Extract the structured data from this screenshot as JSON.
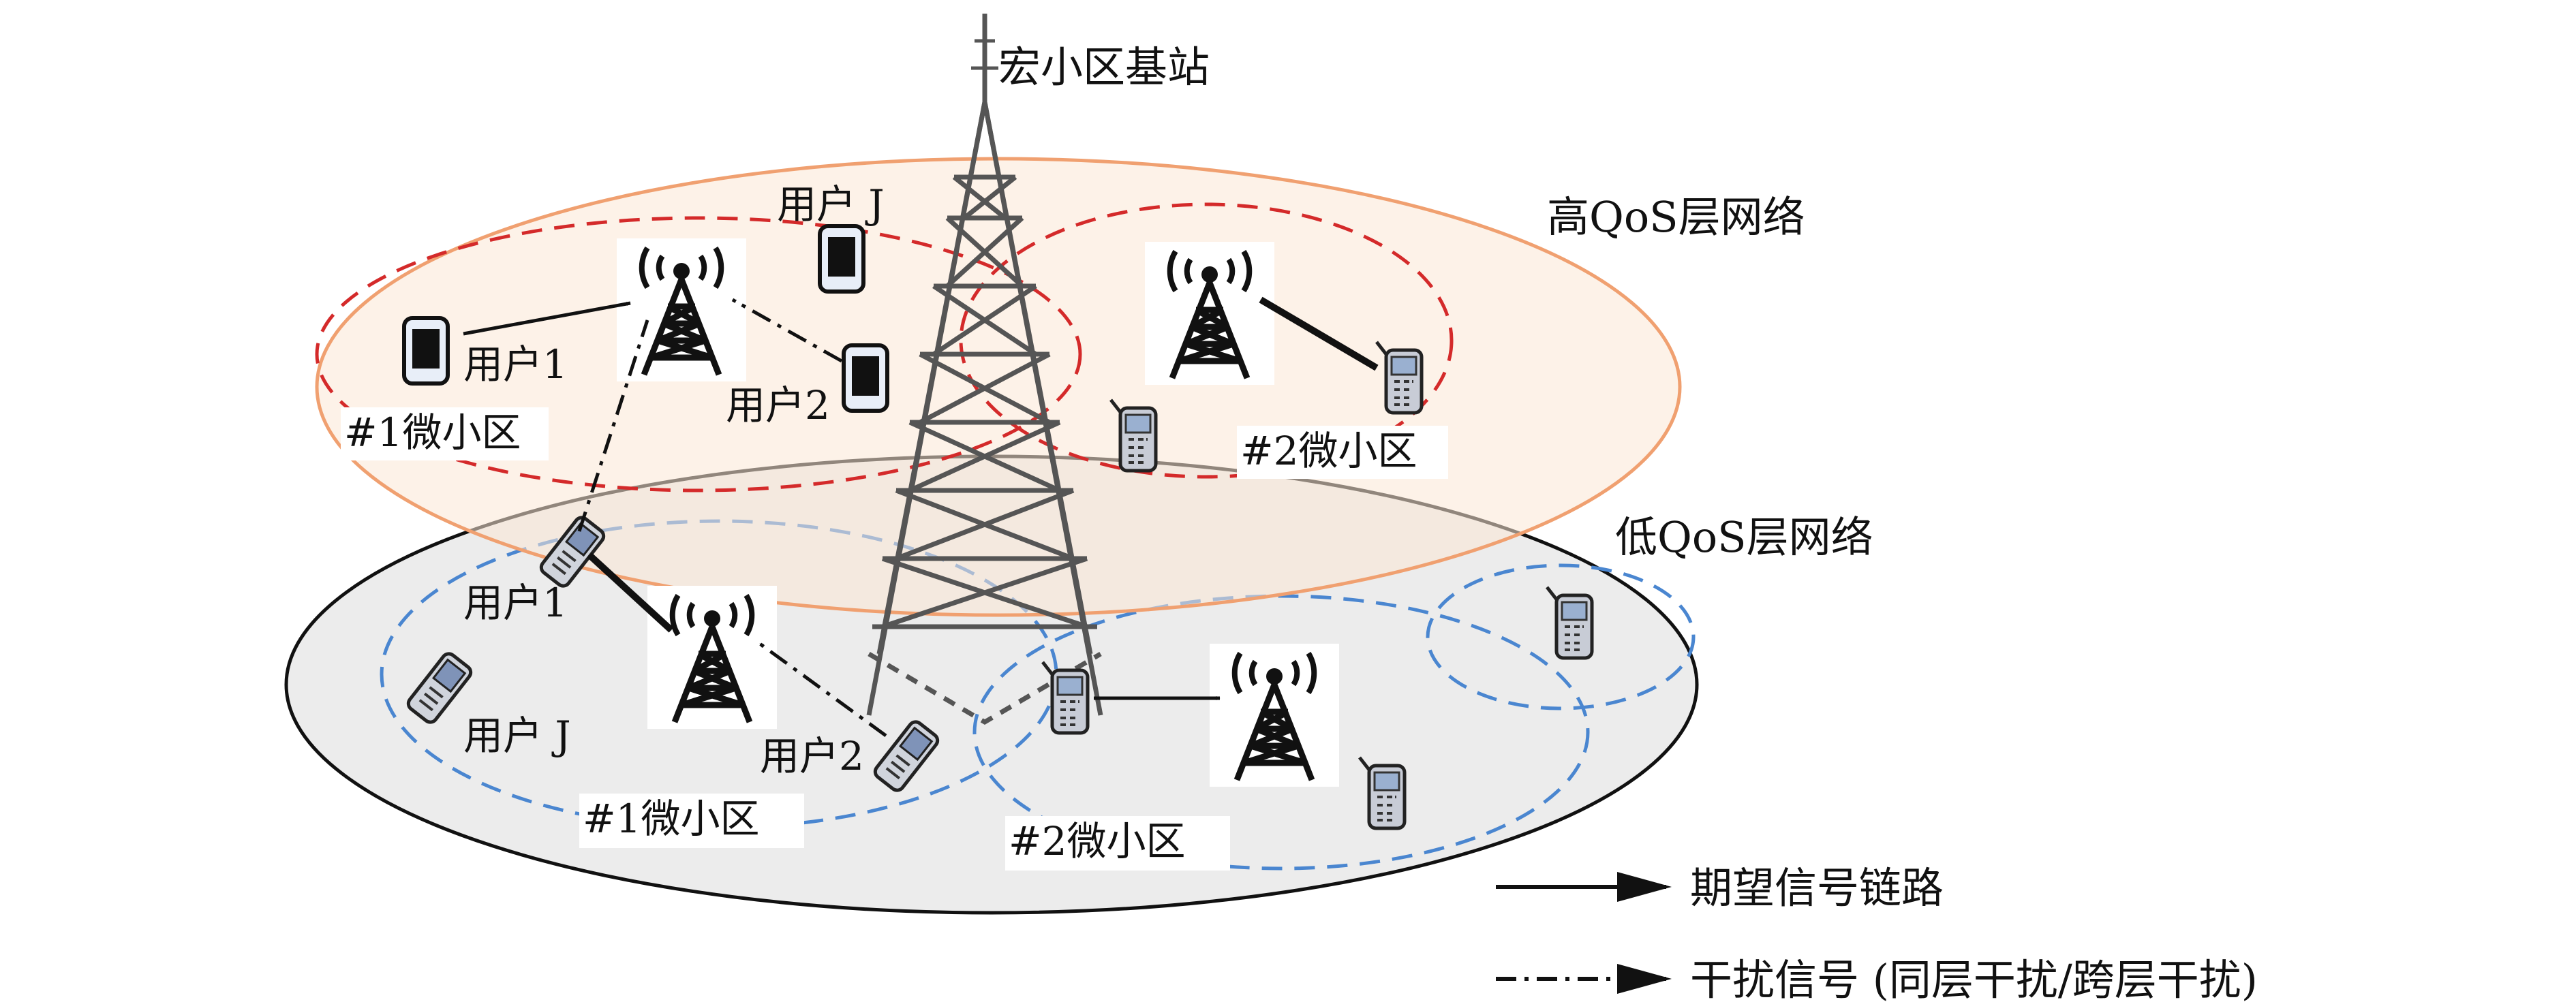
{
  "labels": {
    "macro_bs": "宏小区基站",
    "high_layer": "高QoS层网络",
    "low_layer": "低QoS层网络",
    "upper_user_j": "用户 J",
    "upper_user_1": "用户1",
    "upper_user_2": "用户2",
    "upper_cell_1": "#1微小区",
    "upper_cell_2": "#2微小区",
    "lower_user_1": "用户1",
    "lower_user_j": "用户 J",
    "lower_user_2": "用户2",
    "lower_cell_1": "#1微小区",
    "lower_cell_2": "#2微小区"
  },
  "legend": {
    "desired": "期望信号链路",
    "interference": "干扰信号 (同层干扰/跨层干扰)"
  },
  "colors": {
    "high_layer_fill": "#fdf3ea",
    "high_layer_stroke": "#f0a070",
    "low_layer_fill": "#ececec",
    "low_layer_stroke": "#111111",
    "upper_cell_stroke": "#d42a2a",
    "lower_cell_stroke": "#4a86d0",
    "tower": "#555555"
  }
}
